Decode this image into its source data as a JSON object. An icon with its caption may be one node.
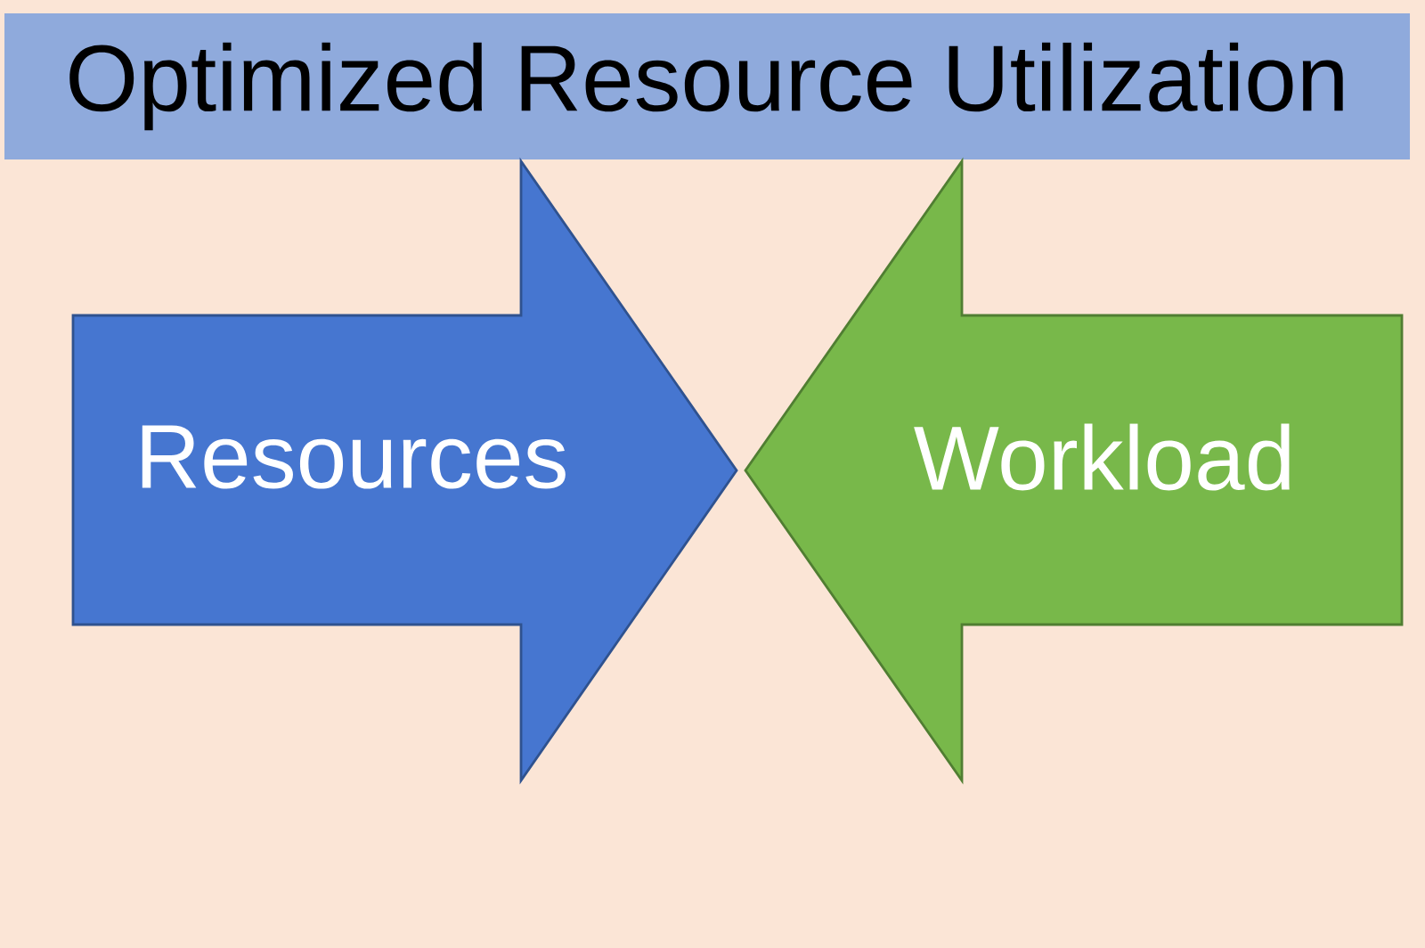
{
  "diagram": {
    "title": "Optimized Resource Utilization",
    "nodes": [
      {
        "text": [
          "Resources"
        ]
      },
      {
        "text": [
          "Workload"
        ]
      }
    ]
  }
}
